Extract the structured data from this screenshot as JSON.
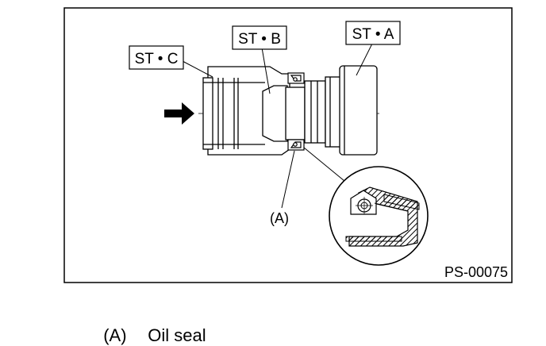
{
  "figure": {
    "code": "PS-00075",
    "labels": {
      "st_a": "ST • A",
      "st_b": "ST • B",
      "st_c": "ST • C",
      "part_a": "(A)"
    }
  },
  "caption": {
    "key": "(A)",
    "text": "Oil seal"
  }
}
